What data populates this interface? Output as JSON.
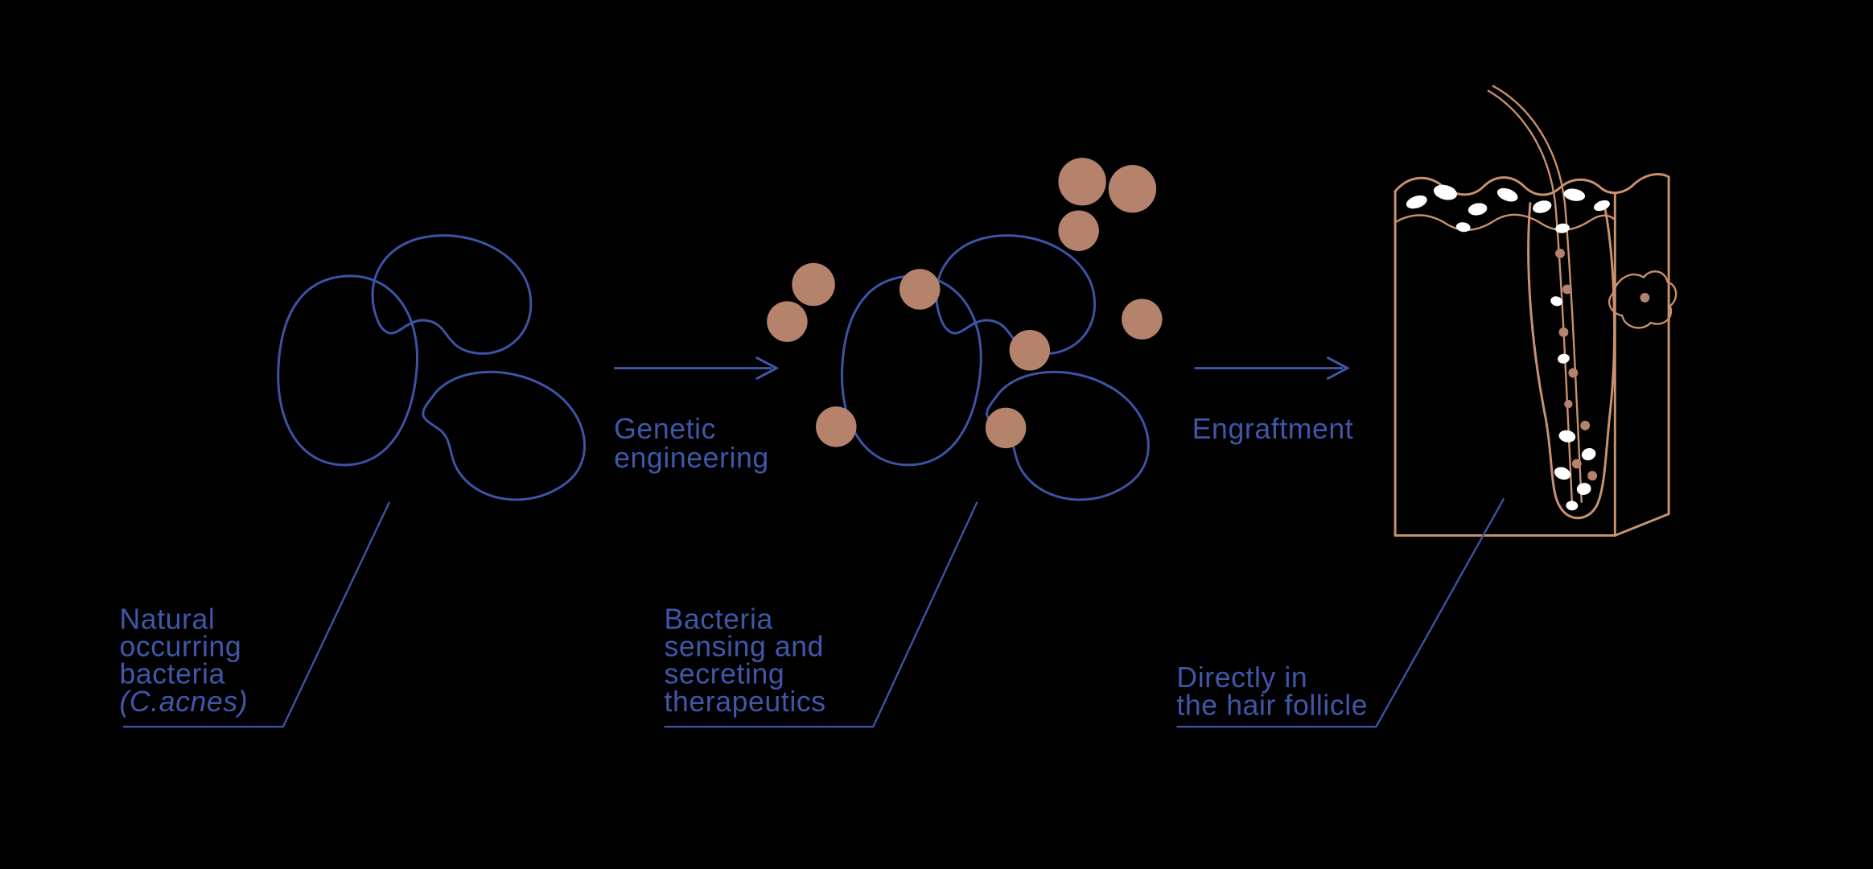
{
  "colors": {
    "background": "#000000",
    "bacteria_outline": "#3c54a5",
    "label_text": "#3f57a8",
    "arrow": "#3f57a8",
    "leader_line": "#3c54a5",
    "therapeutic_dot": "#b5826c",
    "skin_outline": "#c9916c",
    "white_blob": "#ffffff"
  },
  "stage1": {
    "label_lines": [
      "Natural",
      "occurring",
      "bacteria"
    ],
    "label_italic_line": "(C.acnes)"
  },
  "arrow1": {
    "label_lines": [
      "Genetic",
      "engineering"
    ]
  },
  "stage2": {
    "label_lines": [
      "Bacteria",
      "sensing and",
      "secreting",
      "therapeutics"
    ]
  },
  "arrow2": {
    "label": "Engraftment"
  },
  "stage3": {
    "label_lines": [
      "Directly in",
      "the hair follicle"
    ]
  }
}
